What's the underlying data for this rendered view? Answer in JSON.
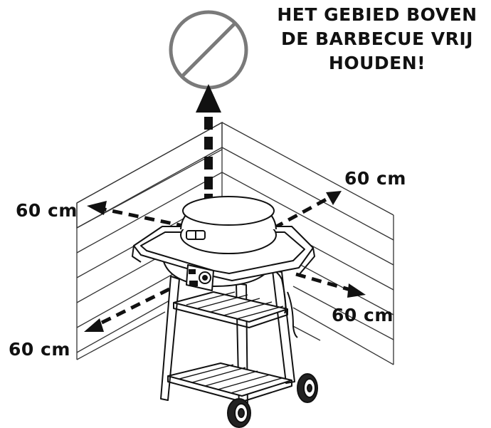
{
  "warning": {
    "line1": "HET GEBIED BOVEN",
    "line2": "DE BARBECUE VRIJ",
    "line3": "HOUDEN!"
  },
  "labels": {
    "left_upper": "60 cm",
    "left_lower": "60 cm",
    "right_upper": "60 cm",
    "right_lower": "60 cm"
  },
  "icons": {
    "prohibition": "prohibited-sign-icon",
    "arrow_up": "dashed-arrow-up-icon"
  },
  "colors": {
    "ink": "#111111",
    "prohibition_sign": "#7a7a7a"
  }
}
